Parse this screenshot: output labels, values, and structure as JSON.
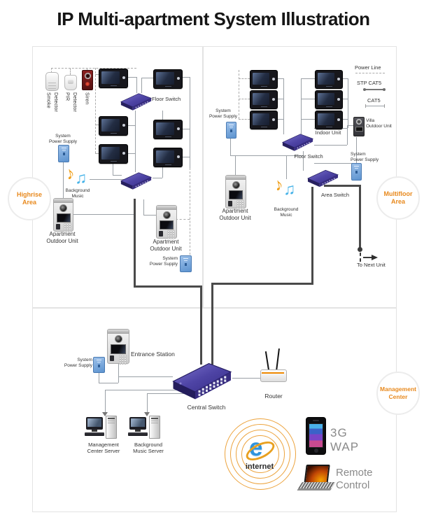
{
  "title": "IP Multi-apartment System Illustration",
  "areas": {
    "highrise": {
      "line1": "Highrise",
      "line2": "Area"
    },
    "multifloor": {
      "line1": "Multifloor",
      "line2": "Area"
    },
    "management": {
      "line1": "Management",
      "line2": "Center"
    }
  },
  "legend": {
    "power_line": "Power Line",
    "stp_cat5": "STP CAT5",
    "cat5": "CAT5"
  },
  "common": {
    "system": "System",
    "power_supply": "Power Supply",
    "floor_switch": "Floor Switch",
    "background": "Background",
    "music": "Music",
    "apartment": "Apartment",
    "outdoor_unit": "Outdoor Unit"
  },
  "highrise_panel": {
    "smoke": {
      "line1": "Smoke",
      "line2": "Detector"
    },
    "pir": {
      "line1": "PIR",
      "line2": "Detector"
    },
    "siren": "Siren"
  },
  "multifloor_panel": {
    "indoor_unit": "Indoor Unit",
    "villa_line1": "Villa",
    "area_switch": "Area Switch",
    "to_next_unit": "To Next Unit"
  },
  "management_panel": {
    "entrance_station": "Entrance Station",
    "central_switch": "Central Switch",
    "router": "Router",
    "mgmt_server": {
      "line1": "Management",
      "line2": "Center Server"
    },
    "music_server": {
      "line1": "Background",
      "line2": "Music Server"
    },
    "internet": "internet",
    "wap": "3G WAP",
    "remote": {
      "line1": "Remote",
      "line2": "Control"
    }
  },
  "colors": {
    "accent_orange": "#e8891d",
    "switch_purple": "#463b98",
    "supply_blue": "#6f9fd8",
    "thin_line": "#9aa0a6",
    "thick_line": "#4a4a4a"
  }
}
